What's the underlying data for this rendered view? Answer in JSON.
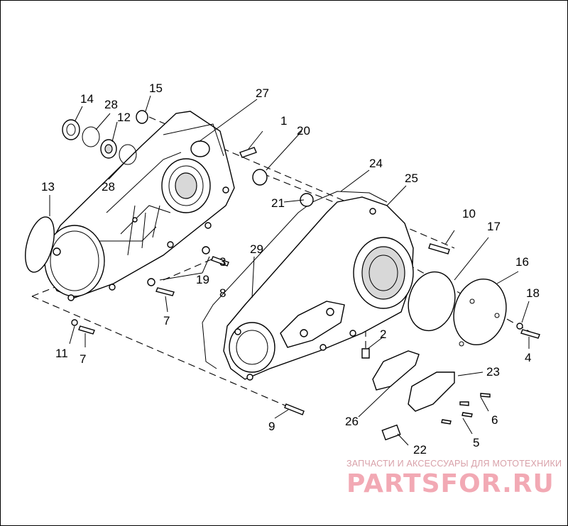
{
  "diagram": {
    "callouts": [
      "1",
      "2",
      "3",
      "4",
      "5",
      "6",
      "7",
      "7",
      "8",
      "9",
      "10",
      "11",
      "12",
      "13",
      "14",
      "15",
      "16",
      "17",
      "18",
      "19",
      "20",
      "21",
      "22",
      "23",
      "24",
      "25",
      "26",
      "27",
      "28",
      "28",
      "29"
    ]
  },
  "watermark": {
    "caption": "ЗАПЧАСТИ И АКСЕССУАРЫ ДЛЯ МОТОТЕХНИКИ",
    "logo": "PARTSFOR.RU"
  }
}
